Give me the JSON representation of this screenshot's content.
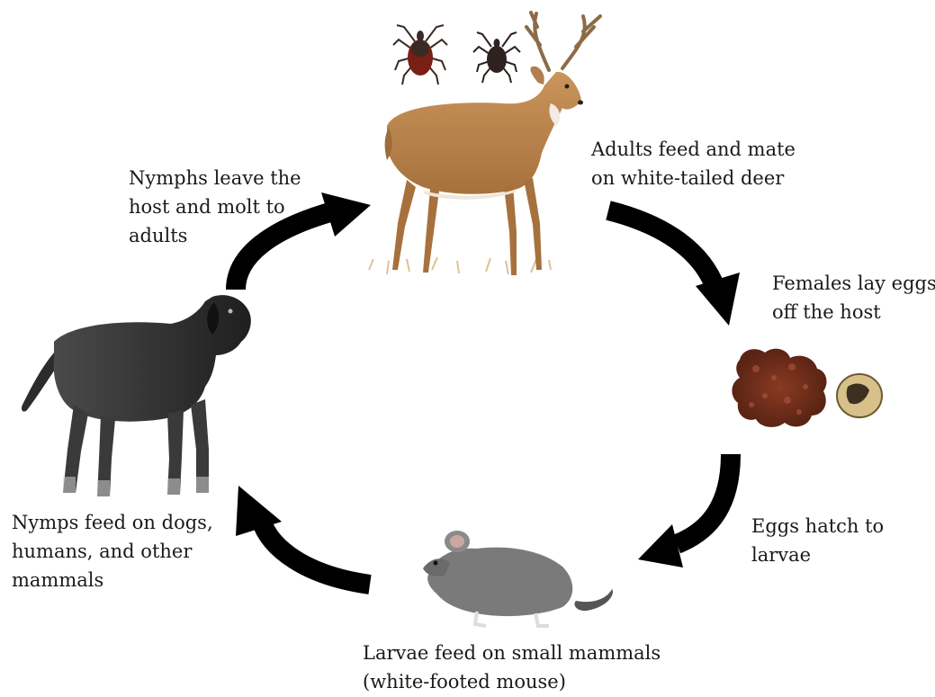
{
  "diagram": {
    "stages": [
      {
        "id": "nymphs-leave",
        "lines": [
          "Nymphs leave the",
          "host and molt to",
          "adults"
        ]
      },
      {
        "id": "adults-feed",
        "lines": [
          "Adults feed and mate",
          "on white-tailed deer"
        ]
      },
      {
        "id": "females-lay",
        "lines": [
          "Females lay eggs",
          "off the host"
        ]
      },
      {
        "id": "eggs-hatch",
        "lines": [
          "Eggs hatch to",
          "larvae"
        ]
      },
      {
        "id": "larvae-feed",
        "lines": [
          "Larvae feed on small mammals",
          "(white-footed mouse)"
        ]
      },
      {
        "id": "nymps-feed",
        "lines": [
          "Nymps feed on dogs,",
          "humans, and other",
          "mammals"
        ]
      }
    ],
    "illustrations": [
      "adult-tick-female",
      "adult-tick-male",
      "white-tailed-deer",
      "tick-egg-mass",
      "white-footed-mouse",
      "dog"
    ],
    "arrow_color": "#000000"
  }
}
